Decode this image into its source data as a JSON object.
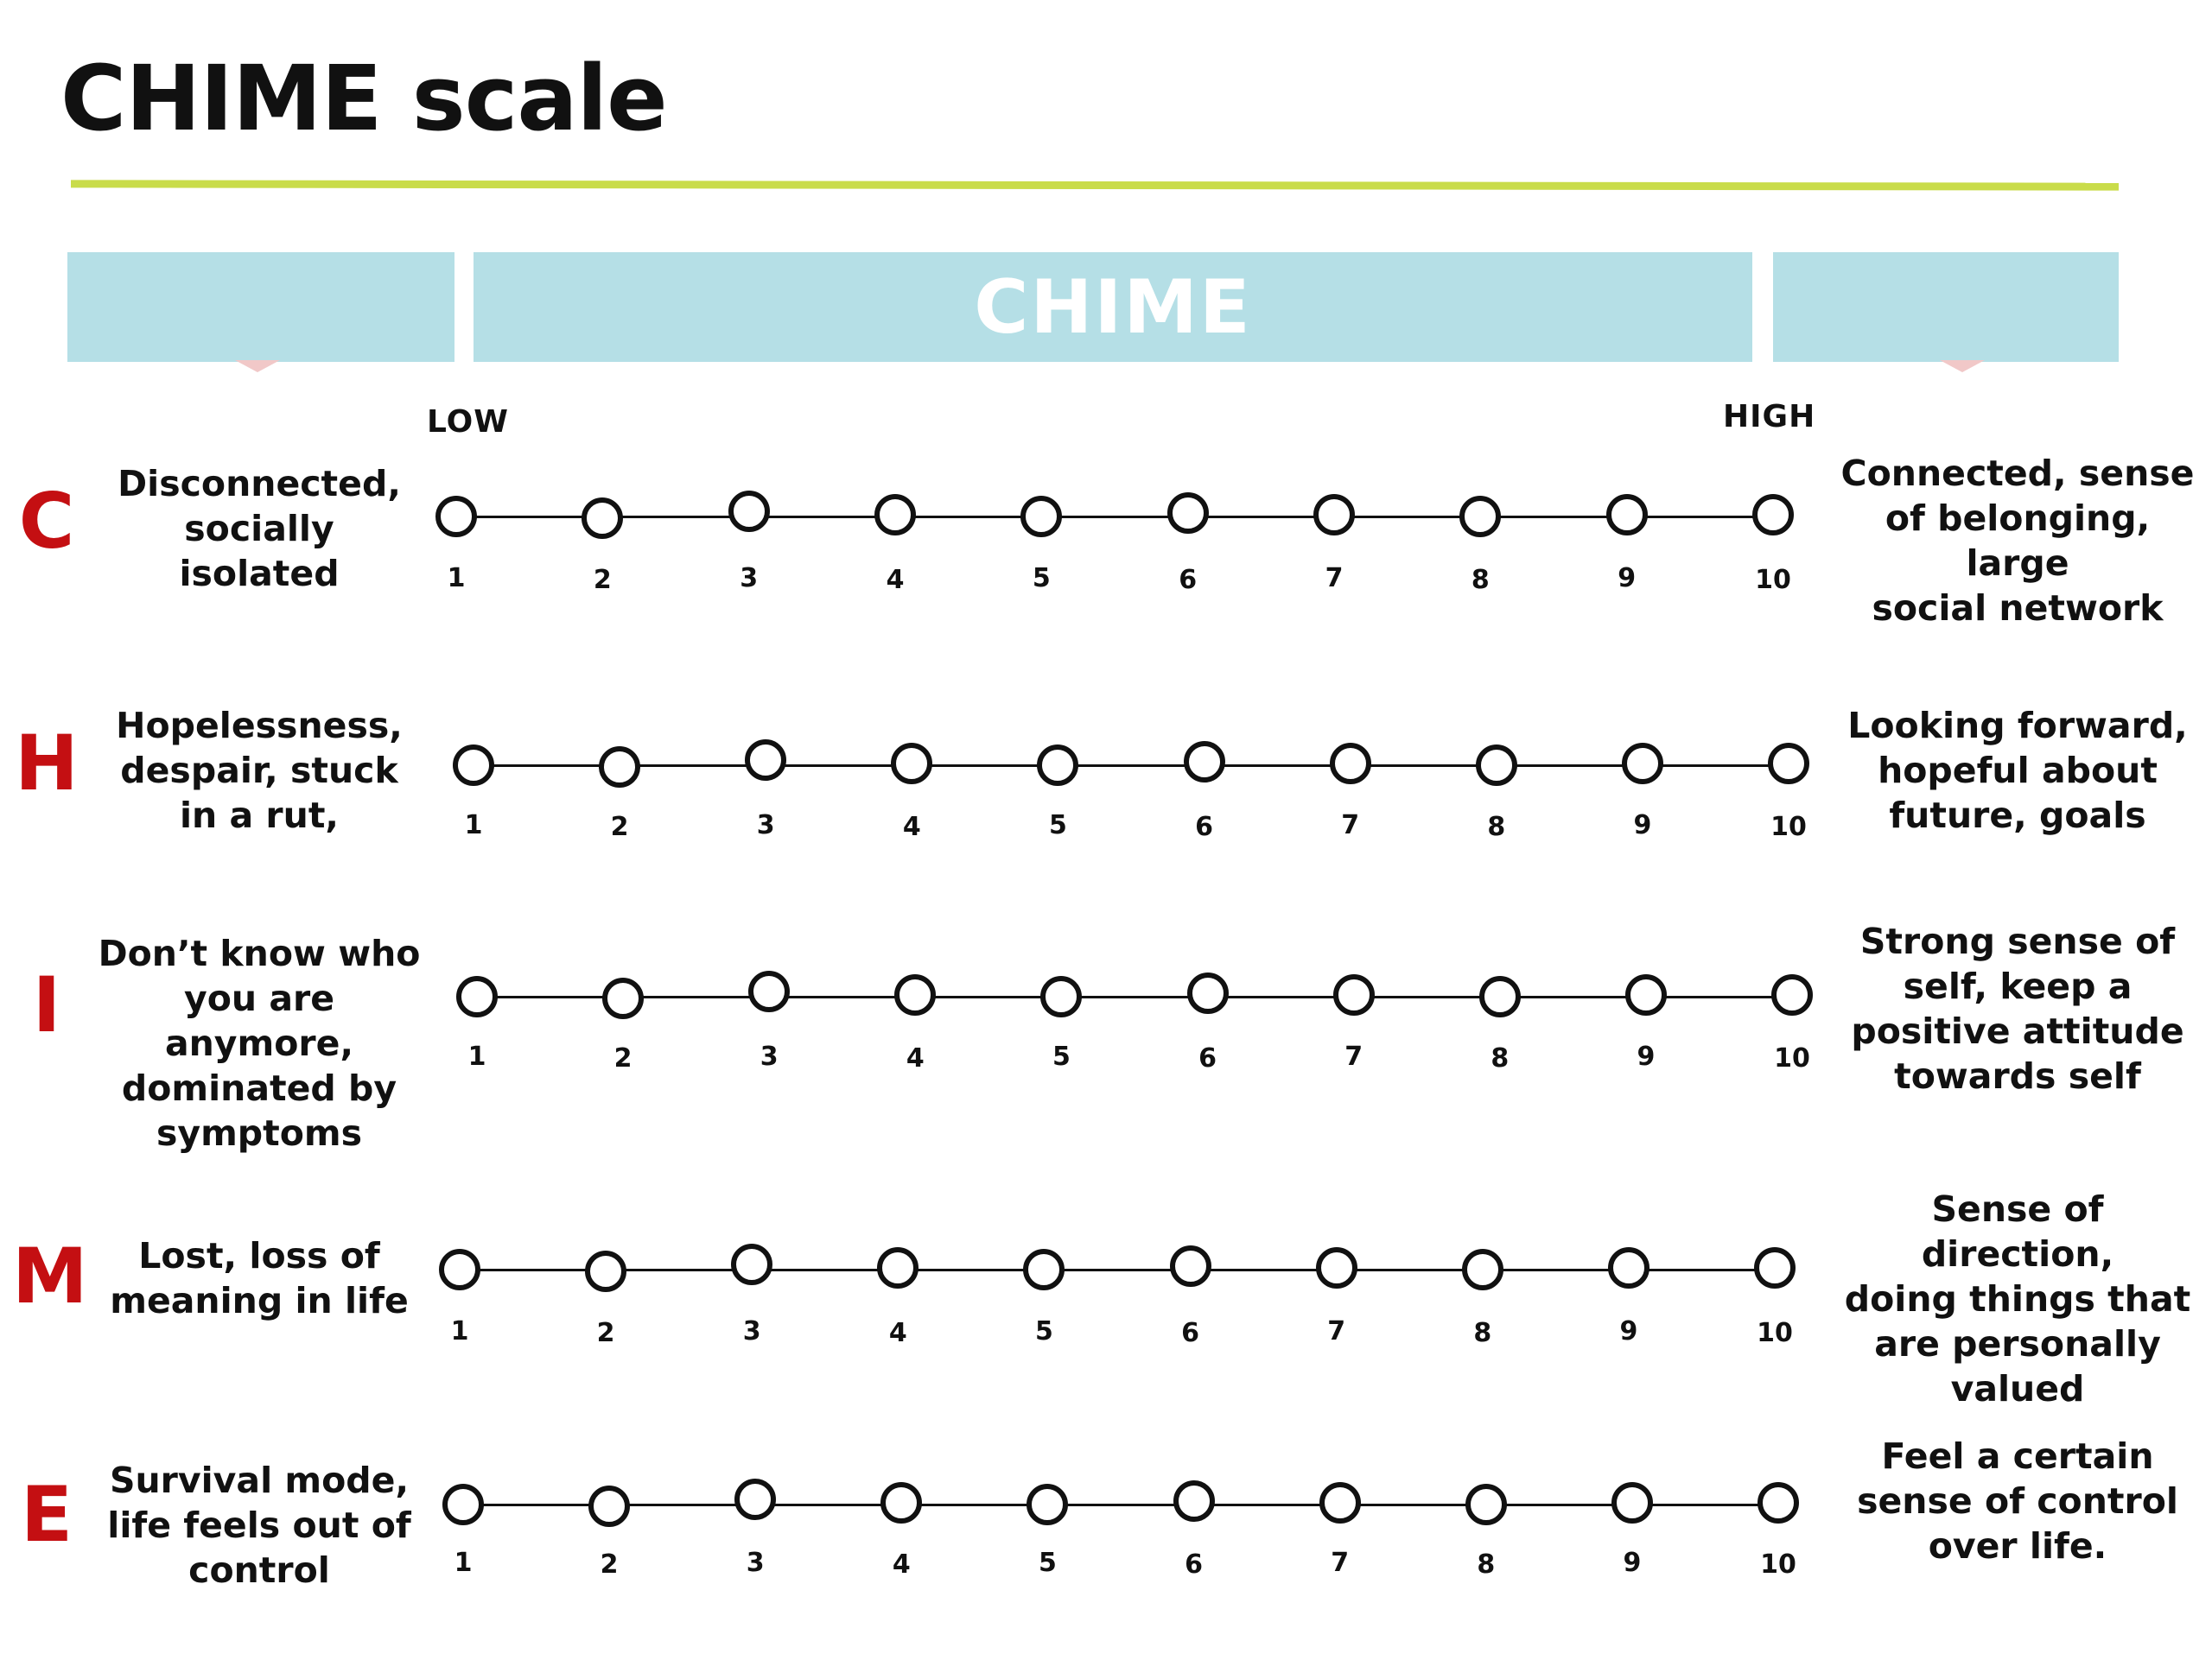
{
  "title": "CHIME scale",
  "banner": {
    "title": "CHIME"
  },
  "scale_ends": {
    "low": "LOW",
    "high": "HIGH"
  },
  "scale_numbers": [
    "1",
    "2",
    "3",
    "4",
    "5",
    "6",
    "7",
    "8",
    "9",
    "10"
  ],
  "colors": {
    "letter": "#c40f12",
    "banner": "#b5dfe6",
    "rule": "#c9dc4a"
  },
  "rows": [
    {
      "letter": "C",
      "low": "Disconnected,\nsocially\nisolated",
      "high": "Connected, sense\nof belonging, large\nsocial network"
    },
    {
      "letter": "H",
      "low": "Hopelessness,\ndespair, stuck\nin a rut,",
      "high": "Looking forward,\nhopeful about\nfuture, goals"
    },
    {
      "letter": "I",
      "low": "Don’t know who\nyou are anymore,\ndominated by\nsymptoms",
      "high": "Strong sense of\nself, keep a\npositive attitude\ntowards self"
    },
    {
      "letter": "M",
      "low": "Lost, loss of\nmeaning in life",
      "high": "Sense of direction,\ndoing things that\nare personally\nvalued"
    },
    {
      "letter": "E",
      "low": "Survival mode,\nlife feels out of\ncontrol",
      "high": "Feel a certain\nsense of control\nover life."
    }
  ]
}
